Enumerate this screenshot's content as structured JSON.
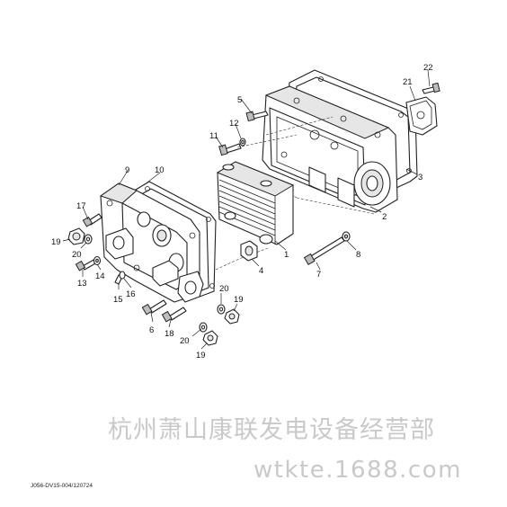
{
  "watermark": {
    "company": "杭州萧山康联发电设备经营部",
    "site": "wtkte.1688.com"
  },
  "drawing_code": "J056-DV15-004/120724",
  "callouts": [
    "1",
    "2",
    "3",
    "4",
    "5",
    "6",
    "7",
    "8",
    "9",
    "10",
    "11",
    "12",
    "13",
    "14",
    "15",
    "16",
    "17",
    "18",
    "19",
    "19",
    "19",
    "19",
    "20",
    "20",
    "20",
    "21",
    "22"
  ]
}
